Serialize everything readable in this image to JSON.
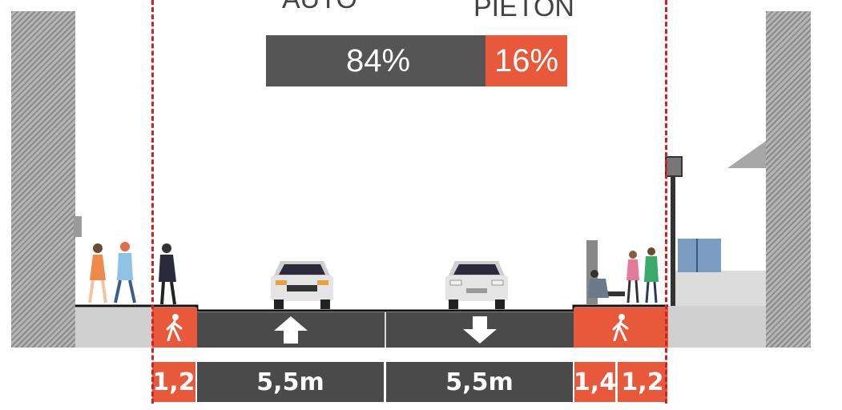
{
  "share": {
    "auto_label": "AUTO",
    "pieton_label": "PIETON",
    "auto_pct": "84%",
    "pieton_pct": "16%",
    "auto_fraction": 0.84,
    "pieton_fraction": 0.16
  },
  "dimensions": {
    "left_sidewalk": "1,2",
    "lane_left": "5,5m",
    "lane_right": "5,5m",
    "right_sidewalk_a": "1,4",
    "right_sidewalk_b": "1,2"
  },
  "icons": {
    "pedestrian": "pedestrian-icon",
    "arrow_up": "arrow-up-icon",
    "arrow_down": "arrow-down-icon"
  },
  "colors": {
    "auto": "#555555",
    "pieton": "#e8583a",
    "road": "#4a4a4a",
    "boundary": "#d42020"
  }
}
